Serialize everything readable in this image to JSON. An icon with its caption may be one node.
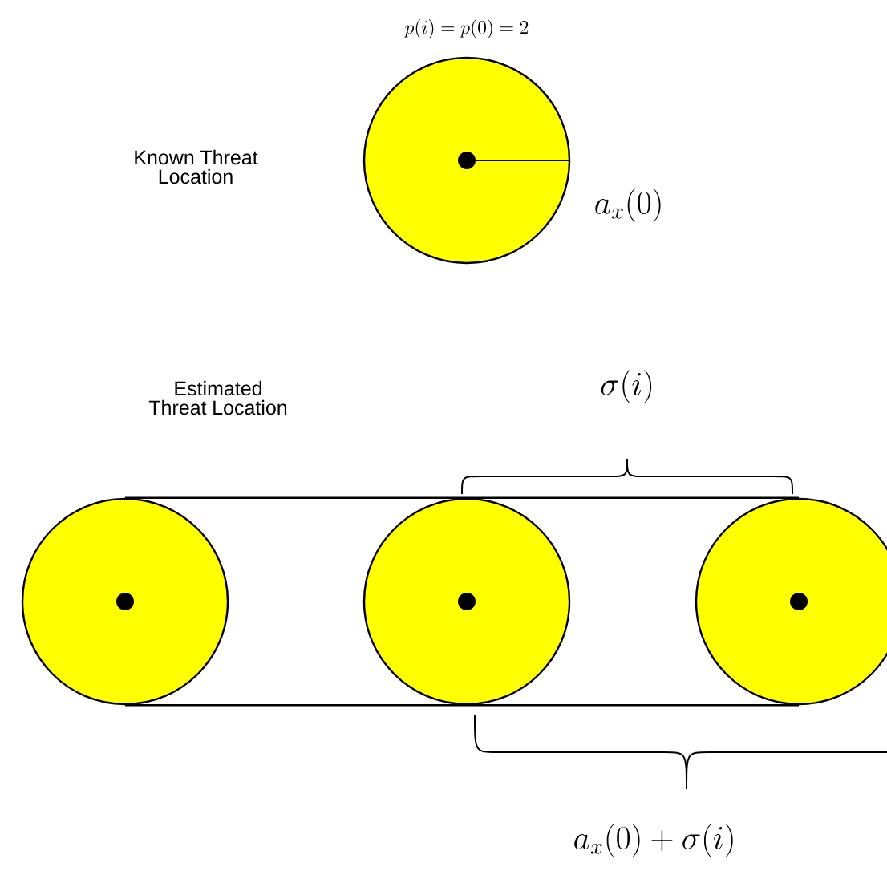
{
  "diagram": {
    "nodes": [
      {
        "text": [],
        "shape": "circle"
      },
      {
        "text": [],
        "shape": "circle"
      },
      {
        "text": [],
        "shape": "circle"
      },
      {
        "text": [],
        "shape": "circle"
      }
    ],
    "edges": [
      {
        "from": 1,
        "to": 3,
        "arrow": "none"
      },
      {
        "from": 1,
        "to": 3,
        "arrow": "none"
      }
    ],
    "labels": [
      "p(i) = p(0) = 2",
      "Known Threat Location",
      "a_x(0)",
      "Estimated Threat Location",
      "\\sigma(i)",
      "a_x(0) + \\sigma(i)"
    ]
  }
}
